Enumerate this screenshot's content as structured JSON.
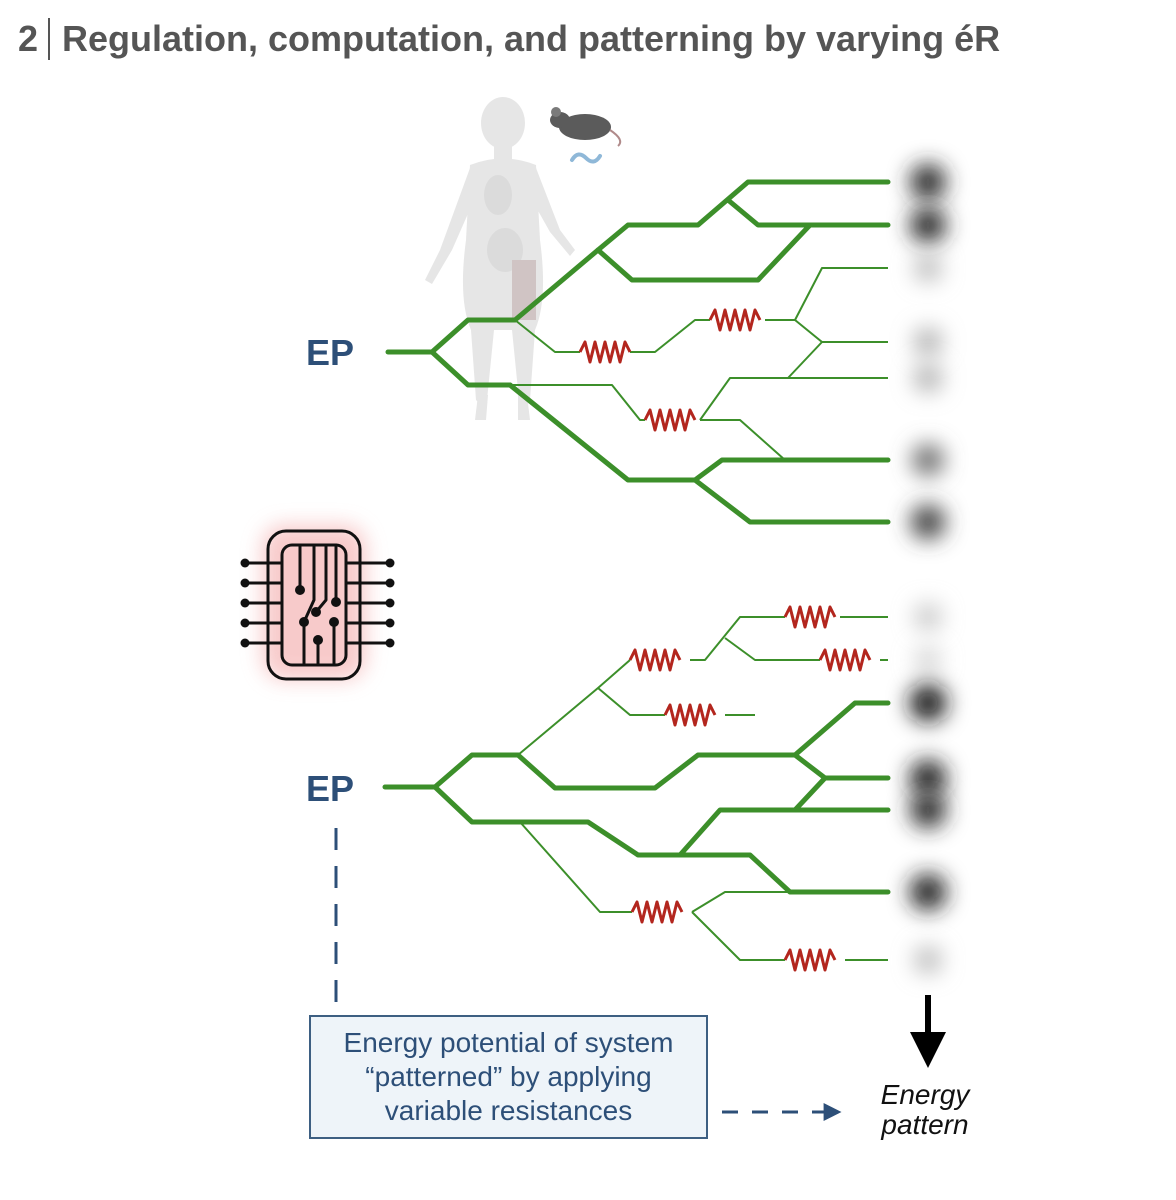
{
  "header": {
    "figure_number": "2",
    "title": "Regulation, computation, and patterning by varying éR"
  },
  "labels": {
    "ep_top": "EP",
    "ep_bottom": "EP",
    "callout_lines": [
      "Energy potential of system",
      "“patterned” by applying",
      "variable resistances"
    ],
    "energy_pattern_lines": [
      "Energy",
      "pattern"
    ]
  },
  "colors": {
    "wire_green": "#3c8f2a",
    "resistor_red": "#b3261e",
    "label_blue": "#2d4f78",
    "header_gray": "#555555",
    "callout_fill": "#eef4f9",
    "chip_glow": "#f2a0a0"
  },
  "icons": [
    "human-body-icon",
    "mouse-icon",
    "worm-icon",
    "circuit-chip-icon",
    "resistor-icon",
    "down-arrow-icon"
  ],
  "outputs": {
    "top_network_intensities": [
      0.85,
      0.85,
      0.2,
      0.25,
      0.25,
      0.55,
      0.75
    ],
    "bottom_network_intensities": [
      0.15,
      0.1,
      0.95,
      0.9,
      0.85,
      0.9,
      0.2
    ]
  }
}
